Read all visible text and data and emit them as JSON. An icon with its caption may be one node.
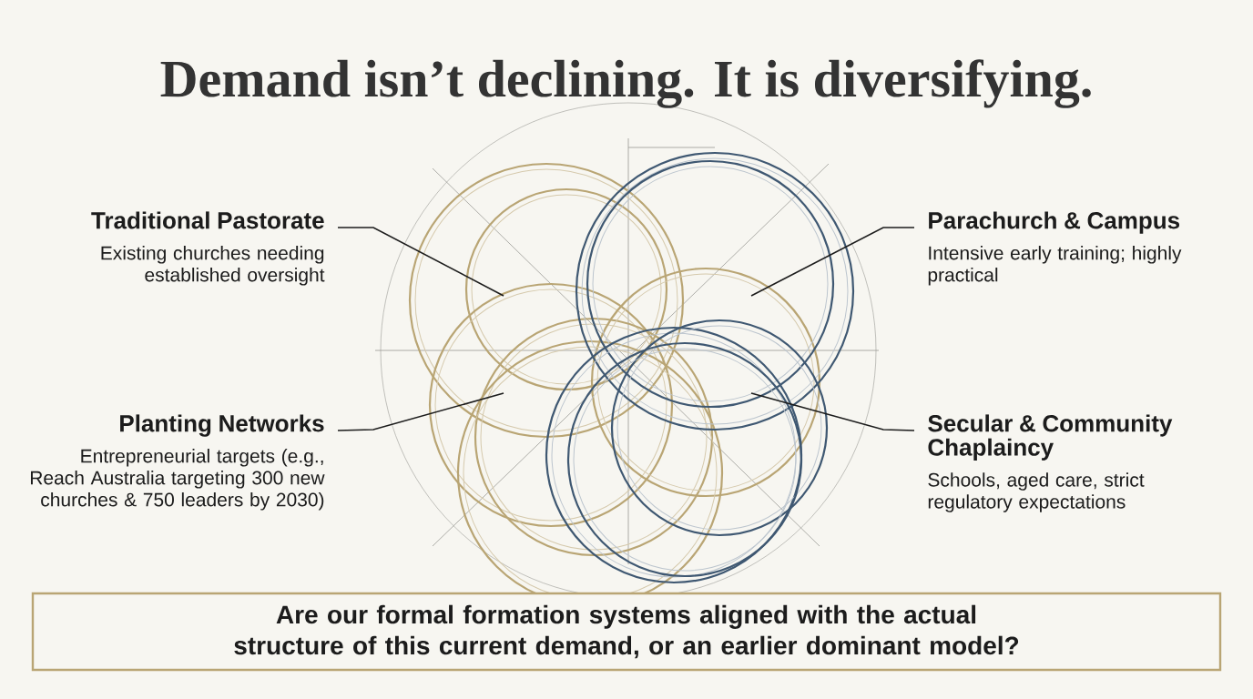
{
  "diagram": {
    "title": "Demand isn’t declining. It is diversifying.",
    "nodes": [
      {
        "text": [
          "Traditional Pastorate",
          "Existing churches needing established oversight"
        ]
      },
      {
        "text": [
          "Parachurch & Campus",
          "Intensive early training; highly practical"
        ]
      },
      {
        "text": [
          "Planting Networks",
          "Entrepreneurial targets (e.g., Reach Australia targeting 300 new churches & 750 leaders by 2030)"
        ]
      },
      {
        "text": [
          "Secular & Community Chaplaincy",
          "Schools, aged care, strict regulatory expectations"
        ]
      },
      {
        "text": [
          "Are our formal formation systems aligned with the actual structure of this current demand, or an earlier dominant model?"
        ]
      }
    ],
    "edges": [
      {
        "from": 0,
        "to": null,
        "arrow": "none"
      },
      {
        "from": 1,
        "to": null,
        "arrow": "none"
      },
      {
        "from": 2,
        "to": null,
        "arrow": "none"
      },
      {
        "from": 3,
        "to": null,
        "arrow": "none"
      }
    ]
  }
}
